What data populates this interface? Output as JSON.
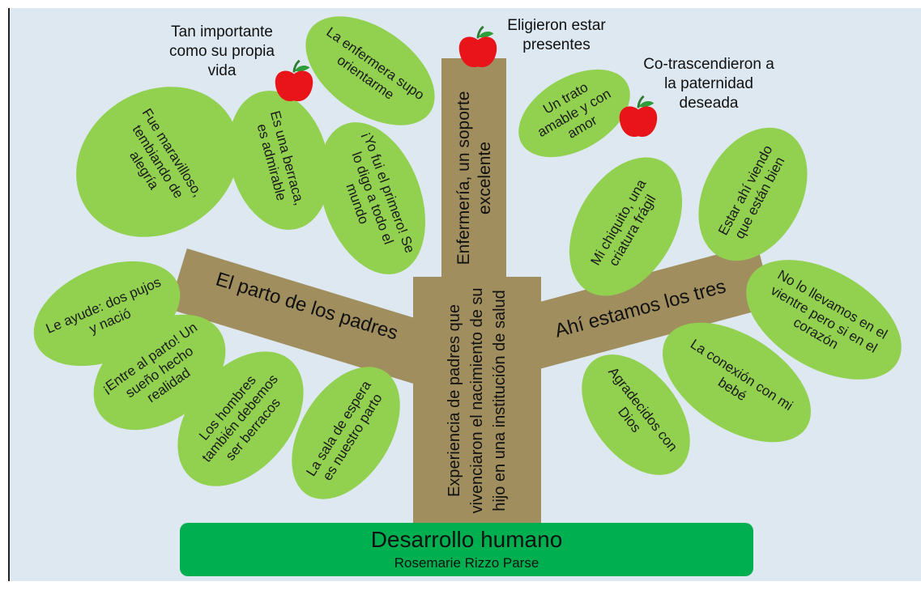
{
  "trunk": {
    "lower": "Experiencia de padres que vivenciaron el nacimiento de su hijo en una institución de salud",
    "upper": "Enfermería, un soporte excelente"
  },
  "branches": {
    "left": "El parto de los padres",
    "right": "Ahí estamos los tres"
  },
  "base": {
    "title": "Desarrollo humano",
    "subtitle": "Rosemarie Rizzo Parse"
  },
  "fruits": [
    {
      "label": "Tan importante como su propia vida"
    },
    {
      "label": "Eligieron estar presentes"
    },
    {
      "label": "Co-trascendieron a la paternidad deseada"
    }
  ],
  "leaves": [
    "Fue maravilloso, tembiando de alegría",
    "Es una berraca, es admirable",
    "¡Yo fui el primero! Se lo digo a todo el mundo",
    "La enfermera supo orientarme",
    "Un trato amable y con amor",
    "Mi chiquito, una criatura frágil",
    "Estar ahí viendo que están bien",
    "Le ayude: dos pujos y nació",
    "¡Entre al parto! Un sueño hecho realidad",
    "Los hombres también debemos ser berracos",
    "La sala de espera es nuestro parto",
    "No lo llevamos en el vientre pero si en el corazón",
    "La conexión con mi bebé",
    "Agradecidos con Dios"
  ],
  "colors": {
    "background": "#dde8f0",
    "leaf": "#92d050",
    "trunk": "#a08e5e",
    "base": "#00b050",
    "apple": "#e8141a"
  }
}
